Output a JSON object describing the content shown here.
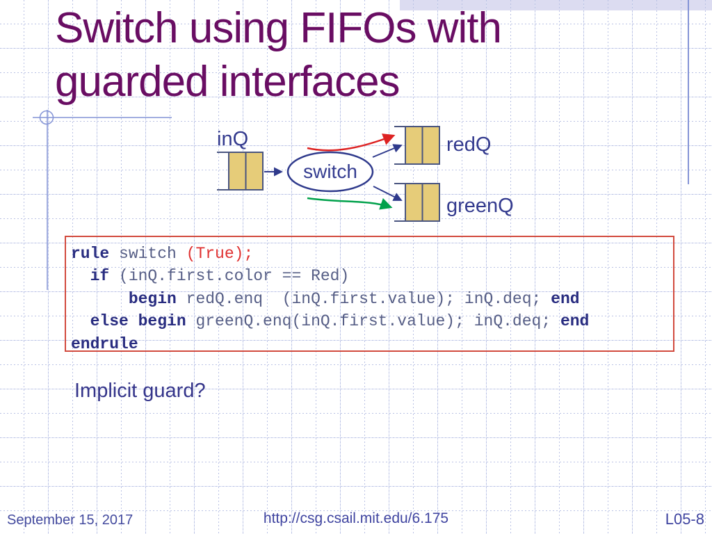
{
  "slide": {
    "title": {
      "line1": "Switch using FIFOs with",
      "line2": "guarded interfaces"
    },
    "question": "Implicit guard?"
  },
  "diagram": {
    "labels": {
      "inq": "inQ",
      "switch": "switch",
      "redq": "redQ",
      "greenq": "greenQ"
    },
    "colors": {
      "fifo_fill": "#e6cc79",
      "fifo_border": "#4a5580",
      "arrow_navy": "#2f3a8c",
      "arrow_red": "#dd2222",
      "arrow_green": "#00a14b",
      "ellipse_stroke": "#2f3a8c",
      "label_text": "#333a8e"
    }
  },
  "code_panel": {
    "border_color": "#d24a3e",
    "keyword_color": "#282c80",
    "plain_color": "#565e86",
    "literal_color": "#df3030",
    "lines": [
      {
        "tokens": [
          {
            "text": "rule",
            "style": "kw"
          },
          {
            "text": " switch ",
            "style": "plain"
          },
          {
            "text": "(True);",
            "style": "lit"
          }
        ]
      },
      {
        "tokens": [
          {
            "text": "  ",
            "style": "plain"
          },
          {
            "text": "if",
            "style": "kw"
          },
          {
            "text": " (inQ.first.color == Red)",
            "style": "plain"
          }
        ]
      },
      {
        "tokens": [
          {
            "text": "      ",
            "style": "plain"
          },
          {
            "text": "begin",
            "style": "kw"
          },
          {
            "text": " redQ.enq  (inQ.first.value); inQ.deq; ",
            "style": "plain"
          },
          {
            "text": "end",
            "style": "kw"
          }
        ]
      },
      {
        "tokens": [
          {
            "text": "  ",
            "style": "plain"
          },
          {
            "text": "else begin",
            "style": "kw"
          },
          {
            "text": " greenQ.enq(inQ.first.value); inQ.deq; ",
            "style": "plain"
          },
          {
            "text": "end",
            "style": "kw"
          }
        ]
      },
      {
        "tokens": [
          {
            "text": "endrule",
            "style": "kw"
          }
        ]
      }
    ]
  },
  "footer": {
    "date": "September 15, 2017",
    "url": "http://csg.csail.mit.edu/6.175",
    "page": "L05-8"
  },
  "theme": {
    "title_color": "#690d63",
    "band_color": "#dcdcf1",
    "decor_line_color": "#8494d6",
    "grid_minor_color": "#b9c1e4",
    "grid_major_color": "#ccd3ee"
  }
}
